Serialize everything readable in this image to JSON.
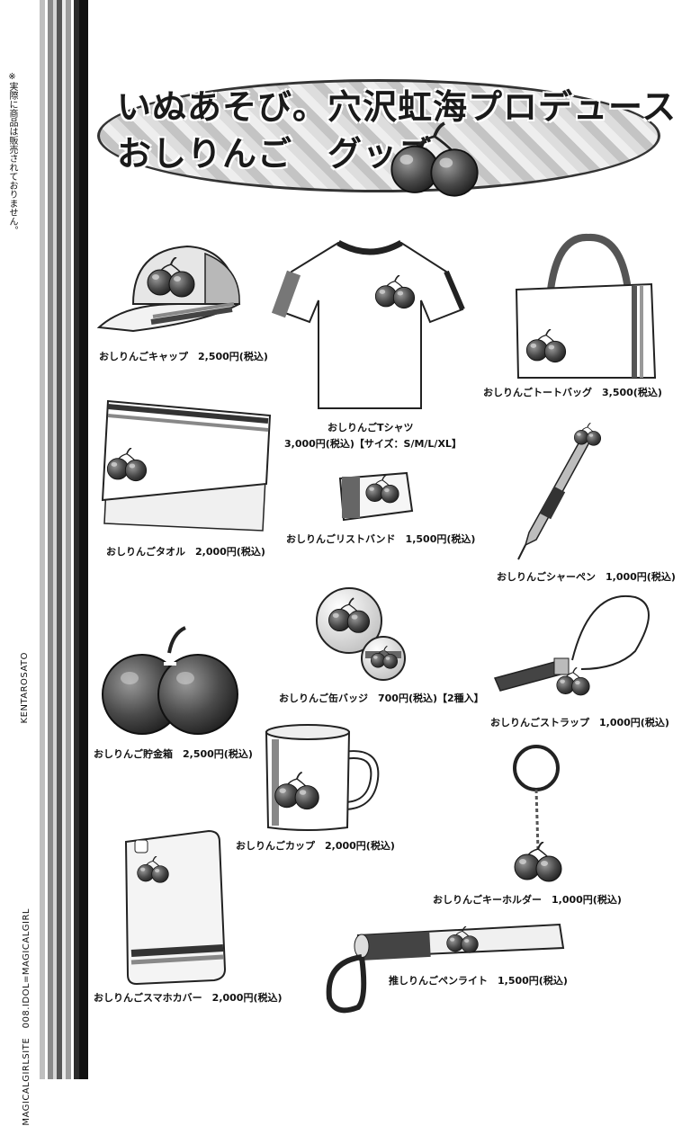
{
  "side": {
    "note": "※実際に商品は販売されておりません。",
    "footer_left": "MAGICALGIRLSITE　008.IDOL=MAGICALGIRL",
    "footer_right": "KENTAROSATO"
  },
  "title": {
    "line1": "いぬあそび。穴沢虹海プロデュース",
    "line2": "おしりんご　グッズ"
  },
  "items": {
    "cap": {
      "label": "おしりんごキャップ　2,500円(税込)"
    },
    "tshirt": {
      "label1": "おしりんごTシャツ",
      "label2": "3,000円(税込)【サイズ：S/M/L/XL】"
    },
    "tote": {
      "label": "おしりんごトートバッグ　3,500(税込)"
    },
    "towel": {
      "label": "おしりんごタオル　2,000円(税込)"
    },
    "wrist": {
      "label": "おしりんごリストバンド　1,500円(税込)"
    },
    "pen": {
      "label": "おしりんごシャーペン　1,000円(税込)"
    },
    "bank": {
      "label": "おしりんご貯金箱　2,500円(税込)"
    },
    "badge": {
      "label": "おしりんご缶バッジ　700円(税込)【2種入】"
    },
    "strap": {
      "label": "おしりんごストラップ　1,000円(税込)"
    },
    "cup": {
      "label": "おしりんごカップ　2,000円(税込)"
    },
    "keyholder": {
      "label": "おしりんごキーホルダー　1,000円(税込)"
    },
    "phone": {
      "label": "おしりんごスマホカバー　2,000円(税込)"
    },
    "penlight": {
      "label": "推しりんごペンライト　1,500円(税込)"
    }
  }
}
